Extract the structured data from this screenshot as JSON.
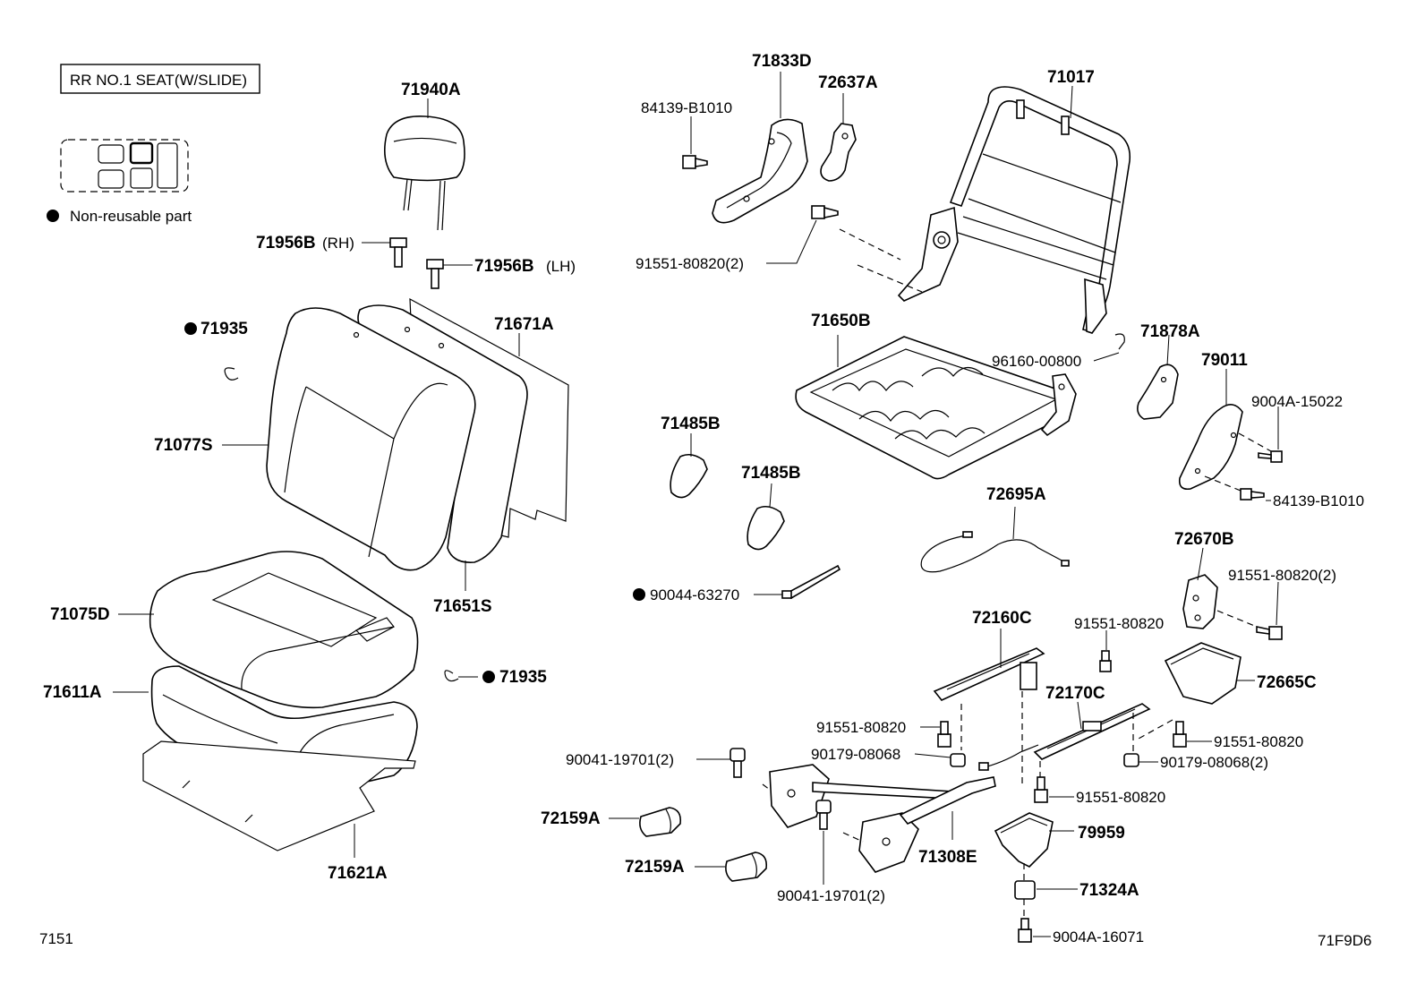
{
  "title_box": "RR NO.1 SEAT(W/SLIDE)",
  "legend": {
    "marker": "●",
    "text": "Non-reusable part"
  },
  "footer": {
    "left_code": "7151",
    "right_code": "71F9D6"
  },
  "parts": {
    "p71940A": "71940A",
    "p71956B_rh": "71956B",
    "p71956B_rh_suffix": "(RH)",
    "p71956B_lh": "71956B",
    "p71956B_lh_suffix": "(LH)",
    "p71935_top": "71935",
    "p71671A": "71671A",
    "p71077S": "71077S",
    "p71651S": "71651S",
    "p71075D": "71075D",
    "p71611A": "71611A",
    "p71935_mid": "71935",
    "p71621A": "71621A",
    "p71833D": "71833D",
    "p72637A": "72637A",
    "p84139B1010_top": "84139-B1010",
    "p71017": "71017",
    "p91551_80820_2_top": "91551-80820(2)",
    "p71650B": "71650B",
    "p96160_00800": "96160-00800",
    "p71878A": "71878A",
    "p79011": "79011",
    "p9004A15022": "9004A-15022",
    "p84139B1010_right": "84139-B1010",
    "p71485B_a": "71485B",
    "p71485B_b": "71485B",
    "p72695A": "72695A",
    "p90044_63270": "90044-63270",
    "p72670B": "72670B",
    "p91551_80820_2_right": "91551-80820(2)",
    "p72160C": "72160C",
    "p91551_80820_a": "91551-80820",
    "p72170C": "72170C",
    "p72665C": "72665C",
    "p91551_80820_b": "91551-80820",
    "p90179_08068": "90179-08068",
    "p91551_80820_c": "91551-80820",
    "p90179_08068_2": "90179-08068(2)",
    "p90041_19701_2_a": "90041-19701(2)",
    "p91551_80820_d": "91551-80820",
    "p72159A_a": "72159A",
    "p79959": "79959",
    "p71308E": "71308E",
    "p72159A_b": "72159A",
    "p71324A": "71324A",
    "p90041_19701_2_b": "90041-19701(2)",
    "p9004A16071": "9004A-16071"
  }
}
